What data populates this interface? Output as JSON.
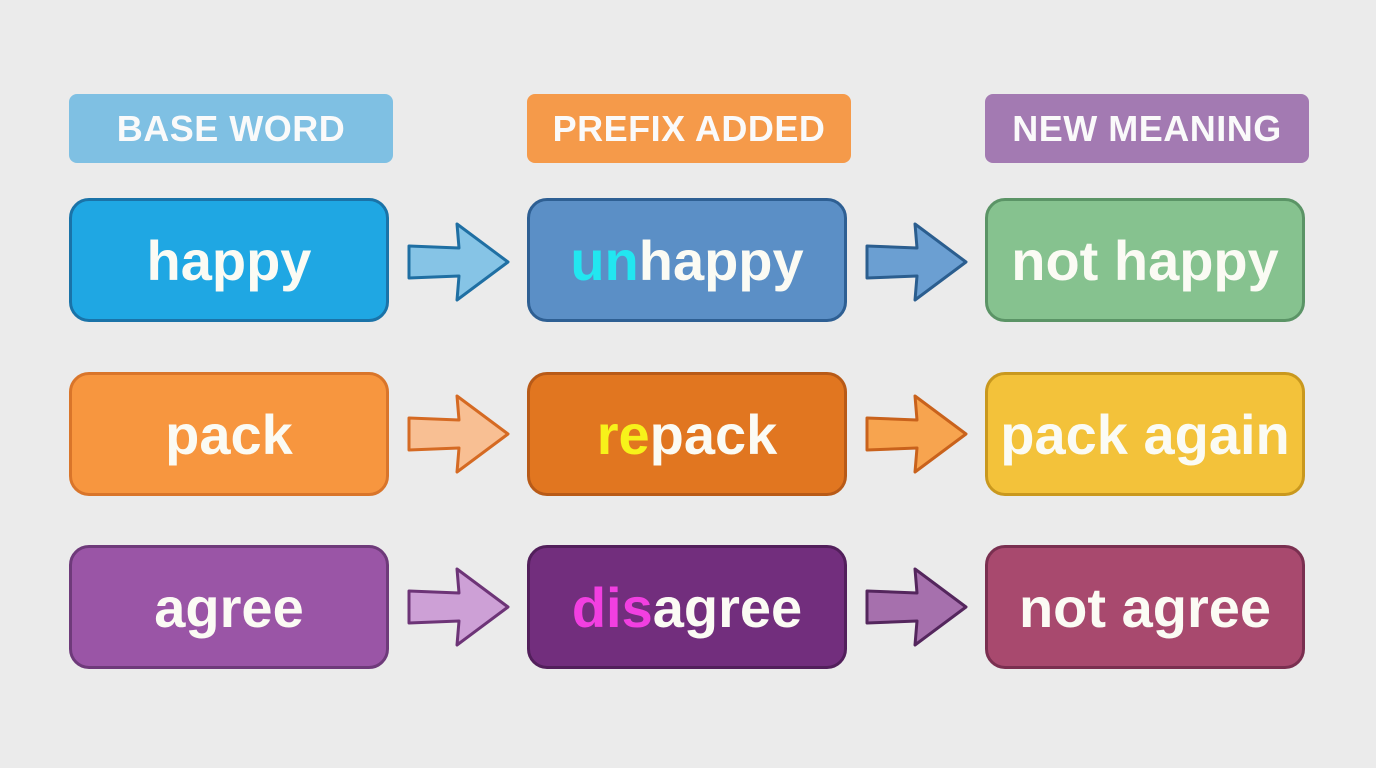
{
  "headers": [
    {
      "label": "BASE WORD",
      "color": "#7fc0e3"
    },
    {
      "label": "PREFIX ADDED",
      "color": "#f59a4a"
    },
    {
      "label": "NEW MEANING",
      "color": "#a37ab2"
    }
  ],
  "rows": [
    {
      "base": {
        "text": "happy",
        "bg": "#1fa7e3",
        "border": "#1a73a8"
      },
      "prefixed": {
        "prefix": "un",
        "root": "happy",
        "prefix_color": "#22e6f0",
        "bg": "#5b8fc6",
        "border": "#2e5f93"
      },
      "meaning": {
        "text": "not happy",
        "bg": "#86c28f",
        "border": "#5b9466"
      },
      "arrow1": {
        "fill": "#86c4e6",
        "stroke": "#1f6fa3"
      },
      "arrow2": {
        "fill": "#6b9fd2",
        "stroke": "#2b5e8f"
      }
    },
    {
      "base": {
        "text": "pack",
        "bg": "#f7963f",
        "border": "#d9752a"
      },
      "prefixed": {
        "prefix": "re",
        "root": "pack",
        "prefix_color": "#f7f21a",
        "bg": "#e17620",
        "border": "#b85a17"
      },
      "meaning": {
        "text": "pack again",
        "bg": "#f3c23a",
        "border": "#c9981e"
      },
      "arrow1": {
        "fill": "#f8bf93",
        "stroke": "#d56a23"
      },
      "arrow2": {
        "fill": "#f7a44f",
        "stroke": "#c9621c"
      }
    },
    {
      "base": {
        "text": "agree",
        "bg": "#9a55a6",
        "border": "#6e3a7a"
      },
      "prefixed": {
        "prefix": "dis",
        "root": "agree",
        "prefix_color": "#f23fe1",
        "bg": "#722e7d",
        "border": "#521f5b"
      },
      "meaning": {
        "text": "not agree",
        "bg": "#a8496e",
        "border": "#7a2f50"
      },
      "arrow1": {
        "fill": "#cda0d6",
        "stroke": "#6d3477"
      },
      "arrow2": {
        "fill": "#a670ad",
        "stroke": "#54265d"
      }
    }
  ]
}
